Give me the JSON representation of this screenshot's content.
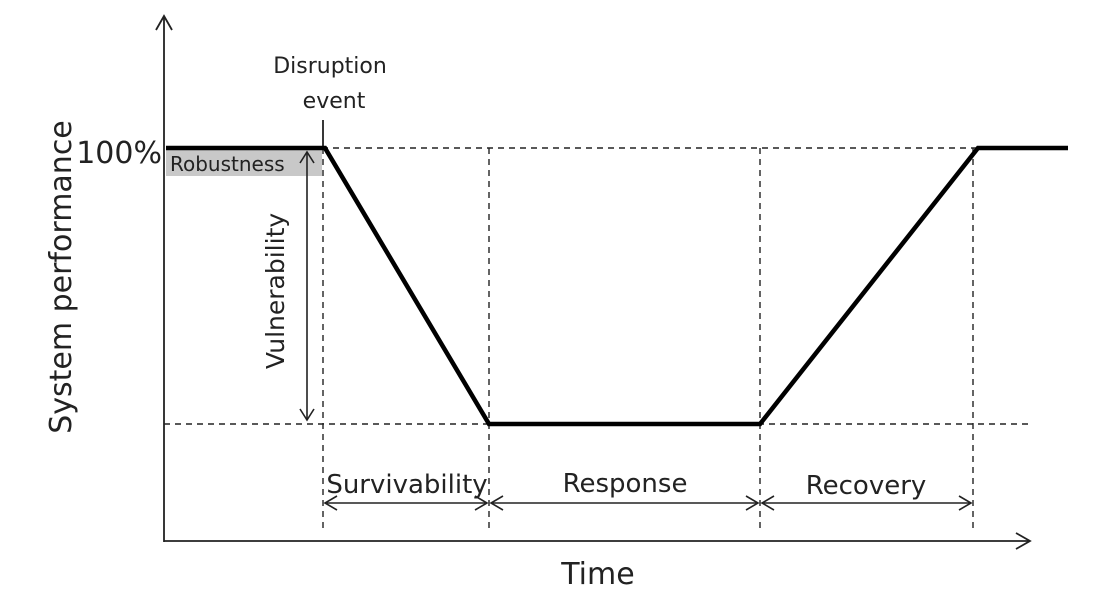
{
  "diagram": {
    "y_axis_label": "System performance",
    "x_axis_label": "Time",
    "y_tick_label": "100%",
    "labels": {
      "disruption_line1": "Disruption",
      "disruption_line2": "event",
      "robustness": "Robustness",
      "vulnerability": "Vulnerability",
      "survivability": "Survivability",
      "response": "Response",
      "recovery": "Recovery"
    },
    "colors": {
      "curve": "#000000",
      "robustness_fill": "#c8c8c8",
      "text": "#222222"
    }
  }
}
